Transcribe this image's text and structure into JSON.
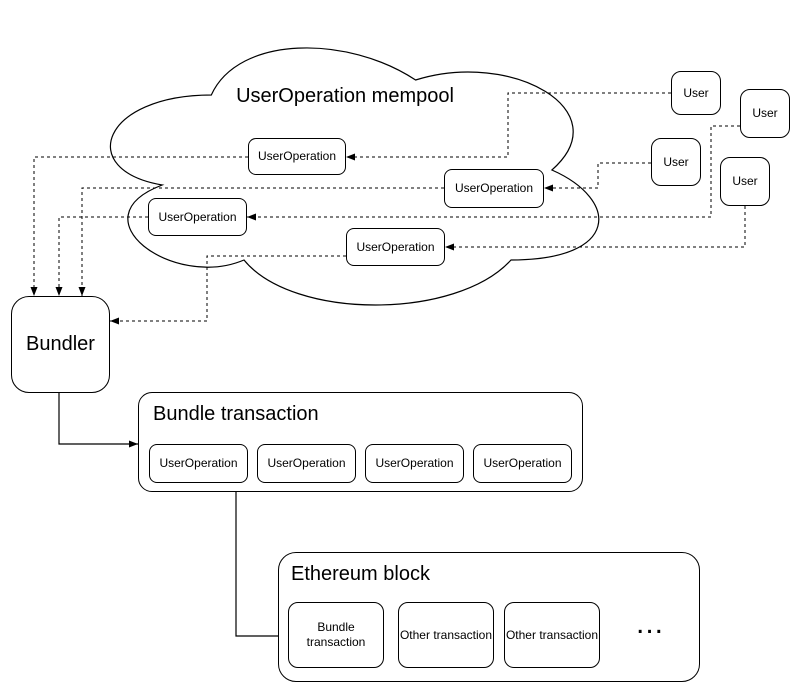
{
  "diagram": {
    "mempool": {
      "title": "UserOperation mempool",
      "items": [
        "UserOperation",
        "UserOperation",
        "UserOperation",
        "UserOperation"
      ]
    },
    "users": [
      "User",
      "User",
      "User",
      "User"
    ],
    "bundler": {
      "label": "Bundler"
    },
    "bundle_transaction": {
      "title": "Bundle transaction",
      "items": [
        "UserOperation",
        "UserOperation",
        "UserOperation",
        "UserOperation"
      ]
    },
    "ethereum_block": {
      "title": "Ethereum block",
      "items": [
        "Bundle transaction",
        "Other transaction",
        "Other transaction"
      ],
      "ellipsis": "..."
    },
    "colors": {
      "stroke": "#000000",
      "fill": "#ffffff",
      "background": "#ffffff"
    }
  }
}
